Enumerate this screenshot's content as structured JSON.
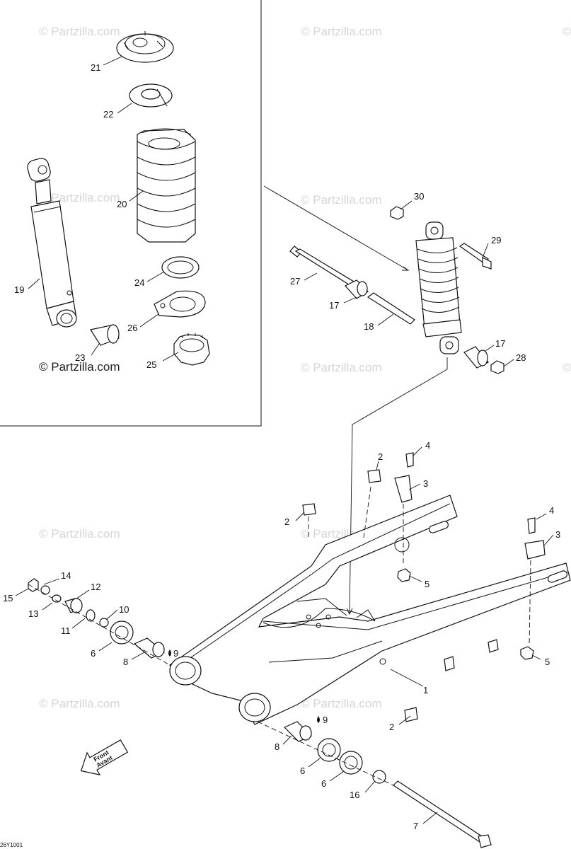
{
  "watermarks": [
    "© Partzilla.com",
    "© Partzilla.com",
    "© Partzilla.com",
    "© Partzilla.com",
    "© Partzilla.com",
    "© Partzilla.com",
    "© Partzilla.com",
    "© Partzilla.com",
    "© Partzilla.com",
    "© Partzilla.com",
    "© Partzilla.com"
  ],
  "inset_copyright": "© Partzilla.com",
  "direction_badge": {
    "line1": "Front",
    "line2": "Avant"
  },
  "reference_code": "26Y1001",
  "callouts": [
    "21",
    "22",
    "20",
    "19",
    "24",
    "26",
    "23",
    "25",
    "30",
    "29",
    "27",
    "17",
    "18",
    "17",
    "28",
    "2",
    "4",
    "3",
    "2",
    "5",
    "4",
    "3",
    "5",
    "14",
    "15",
    "13",
    "12",
    "10",
    "11",
    "6",
    "9",
    "8",
    "1",
    "2",
    "9",
    "8",
    "6",
    "6",
    "16",
    "7"
  ]
}
